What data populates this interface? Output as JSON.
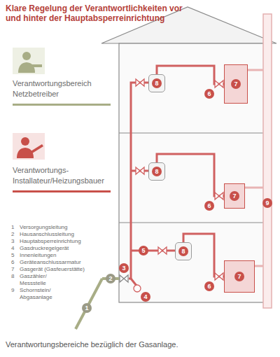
{
  "diagram": {
    "title": "Klare Regelung der Verantwortlichkeiten vor und hinter der Hauptabsperreinrichtung",
    "caption": "Verantwortungsbereiche bezüglich der Gasanlage.",
    "nodes": [
      {
        "text": [
          "8"
        ]
      },
      {
        "text": [
          "7"
        ]
      },
      {
        "text": [
          "8"
        ]
      },
      {
        "text": [
          "7"
        ]
      },
      {
        "text": [
          "8"
        ]
      },
      {
        "text": [
          "7"
        ]
      }
    ],
    "edges": [
      {
        "from": 0,
        "to": 1,
        "arrow": "none"
      },
      {
        "from": 2,
        "to": 3,
        "arrow": "none"
      },
      {
        "from": 4,
        "to": 5,
        "arrow": "none"
      }
    ],
    "labels": [
      "1",
      "2",
      "3",
      "4",
      "5",
      "6",
      "6",
      "6",
      "9",
      "1",
      "Versorgungsleitung",
      "2",
      "Hausanschlussleitung",
      "3",
      "Hauptabsperreinrichtung",
      "4",
      "Gasdruckregelgerät",
      "5",
      "Innenleitungen",
      "6",
      "Geräteanschlussarmatur",
      "7",
      "Gasgerät (Gasfeuerstätte)",
      "8",
      "Gaszähler/ Messstelle",
      "9",
      "Schornstein/ Abgasanlage"
    ],
    "legend": [
      {
        "text": "Verantwortungsbereich Netzbetreiber",
        "color": "#a8ad86"
      },
      {
        "text": "Verantwortungs- Installateur/Heizungsbauer",
        "color": "#c8504a"
      }
    ]
  }
}
